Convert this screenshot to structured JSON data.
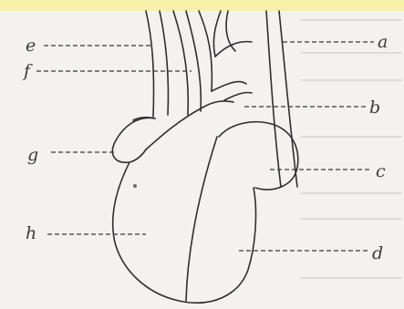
{
  "diagram": {
    "labels": [
      "a",
      "b",
      "c",
      "d",
      "e",
      "f",
      "g",
      "h"
    ]
  },
  "colors": {
    "ink": "#2f2f2f",
    "paper": "#f4f2ee",
    "highlight_strip": "#f6f1a8"
  }
}
